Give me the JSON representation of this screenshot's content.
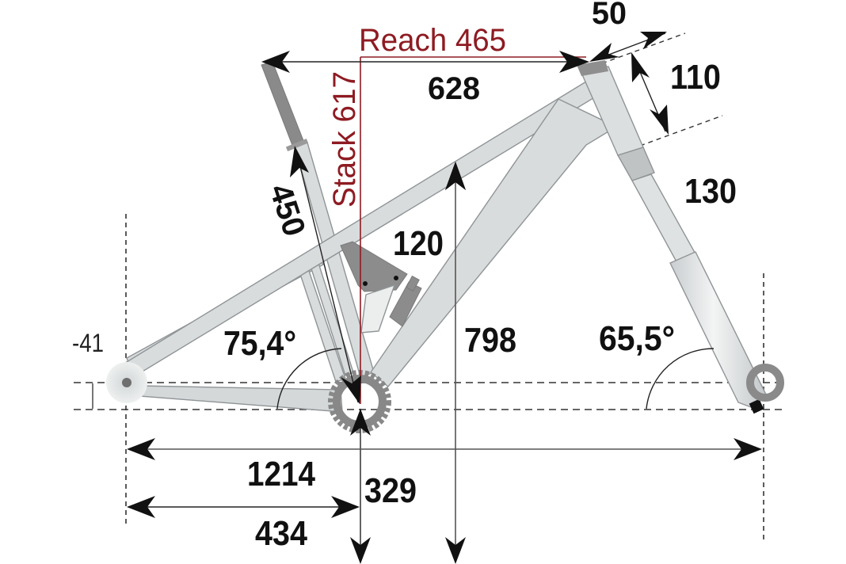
{
  "diagram": {
    "title": "Bike frame geometry",
    "colors": {
      "background": "#ffffff",
      "frame_tube": "#d9dcdd",
      "frame_outline": "#8f9496",
      "dark_parts": "#8c8c8c",
      "dimension_lines": "#222222",
      "reach_stack": "#8e1b22",
      "labels": "#111111"
    },
    "labels": {
      "reach": "Reach 465",
      "stack": "Stack 617",
      "top_tube_length": "628",
      "stem_length": "50",
      "headtube_length": "110",
      "fork_travel": "130",
      "seat_tube_length": "450",
      "rear_travel": "120",
      "standover": "798",
      "seat_angle": "75,4°",
      "head_angle": "65,5°",
      "bb_drop": "-41",
      "wheelbase": "1214",
      "chainstay_length": "434",
      "bb_height": "329"
    }
  }
}
